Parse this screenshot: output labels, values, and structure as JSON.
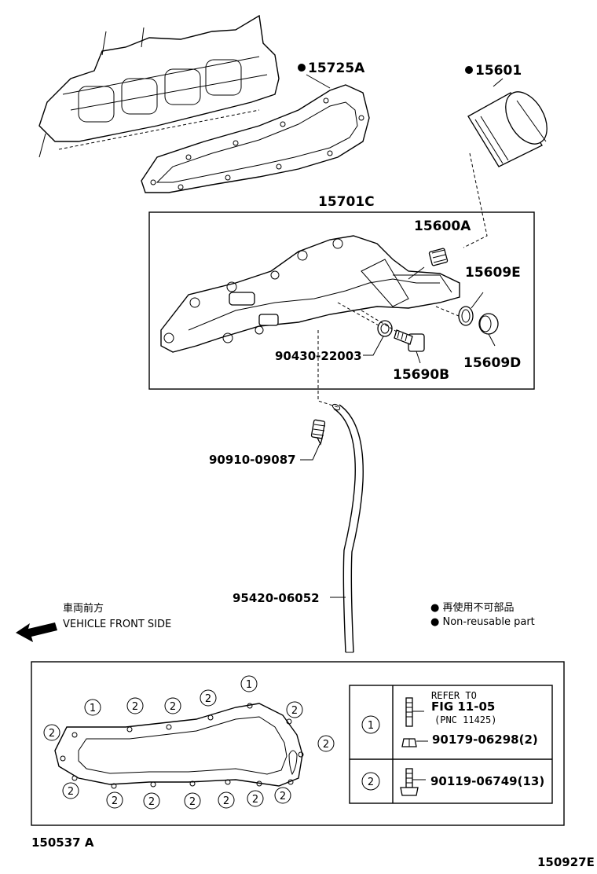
{
  "parts": {
    "gasket_top": "15725A",
    "filter": "15601",
    "housing": "15701C",
    "plug_a": "15600A",
    "ring_e": "15609E",
    "ring_d": "15609D",
    "gasket_washer": "90430-22003",
    "sender": "15690B",
    "bolt_small": "90910-09087",
    "gauge_guide": "95420-06052"
  },
  "legend": {
    "jp": "● 再使用不可部品",
    "en": "● Non-reusable part"
  },
  "front": {
    "jp": "車両前方",
    "en": "VEHICLE FRONT SIDE"
  },
  "bolt_table": {
    "row1": {
      "key": "1",
      "refer1": "REFER TO",
      "refer2": "FIG 11-05",
      "refer3": "(PNC 11425)",
      "part": "90179-06298(2)"
    },
    "row2": {
      "key": "2",
      "part": "90119-06749(13)"
    }
  },
  "bolt_markers": {
    "one": "1",
    "two": "2"
  },
  "codes": {
    "inner": "150537 A",
    "page": "150927E"
  }
}
